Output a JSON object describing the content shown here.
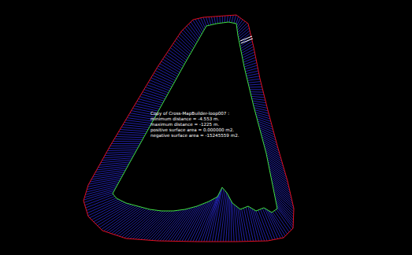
{
  "diagram": {
    "labels": [
      "Copy of Cross-MapBuilder-loop007 :",
      "minimum distance = -4.553 m.",
      "maximum distance = -1225 m.",
      "positive surface area = 0.000000 m2.",
      "negative surface area = -15245559 m2."
    ]
  }
}
